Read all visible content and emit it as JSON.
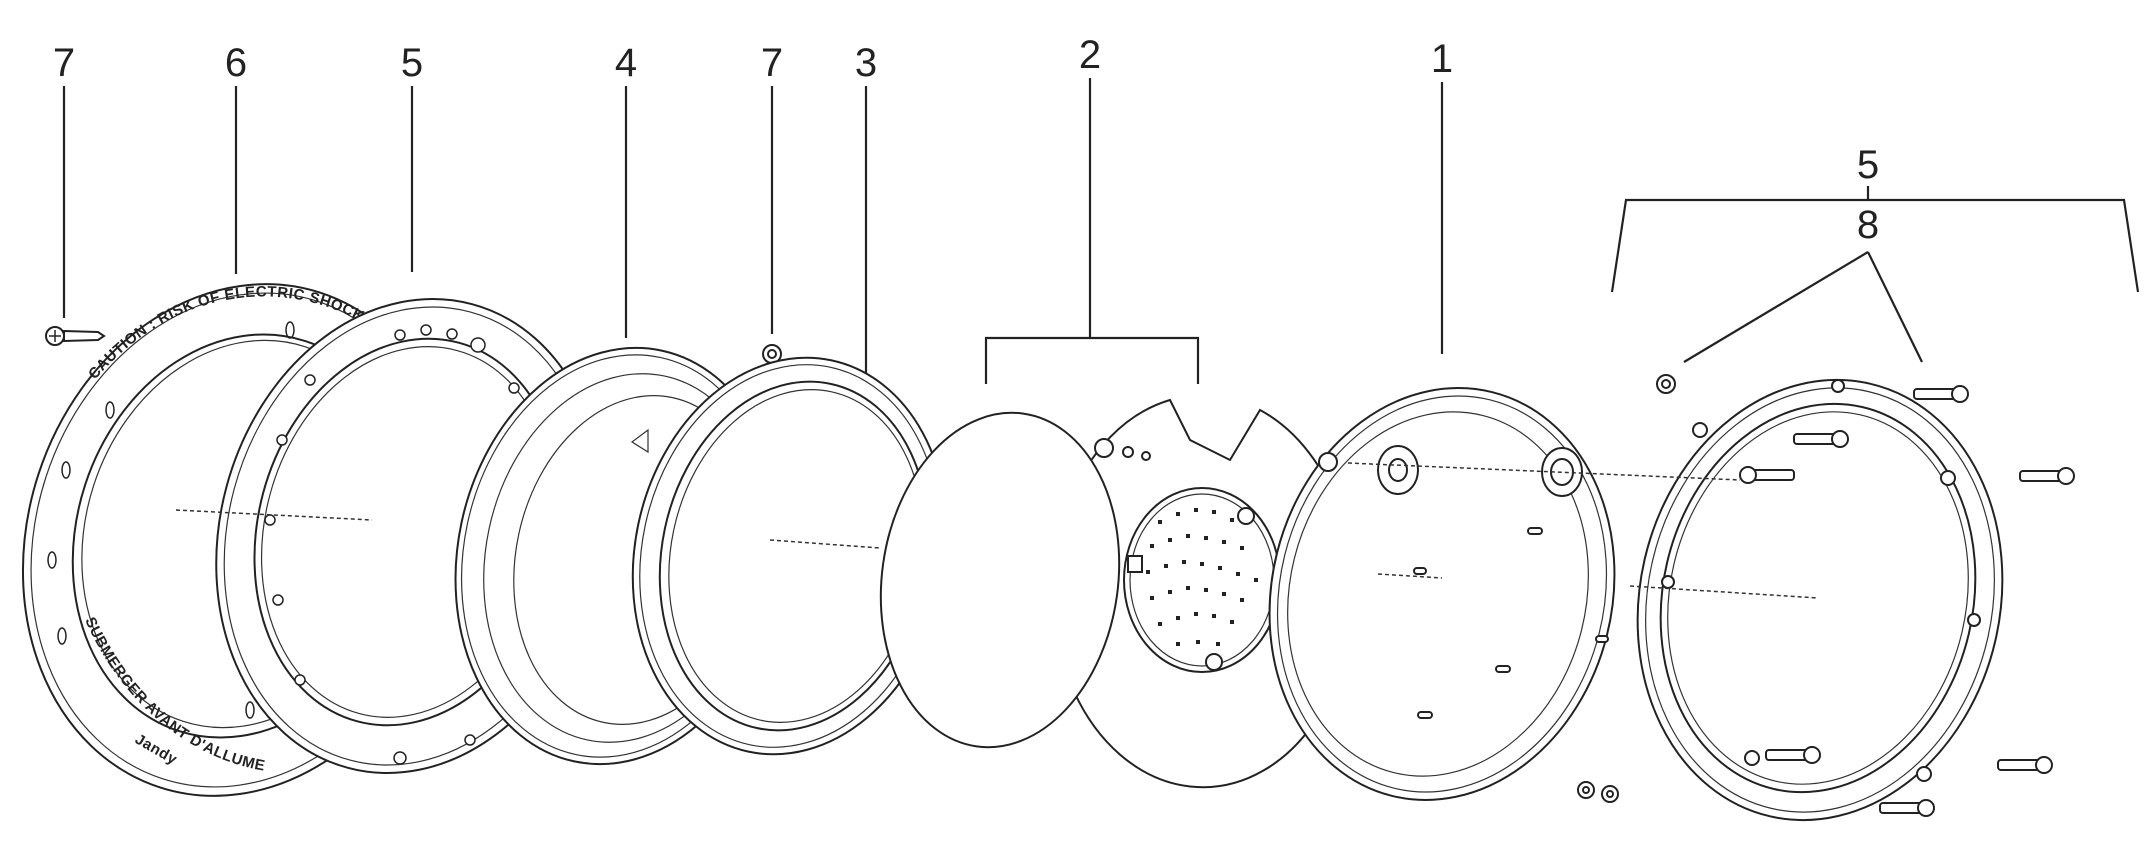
{
  "callouts": {
    "screw_left": "7",
    "front_ring": "6",
    "mount_ring": "5",
    "lens": "4",
    "small_screw": "7",
    "gasket": "3",
    "led_module": "2",
    "housing": "1",
    "kit": "5",
    "kit_screws": "8"
  },
  "ring_text": {
    "caution_en": "CAUTION : RISK OF ELECTRIC SHOCK. SUBMERSE BEFORE LIGHTING",
    "caution_fr": "SUBMERGER AVANT D'ALLUMER",
    "brand": "Jandy"
  }
}
